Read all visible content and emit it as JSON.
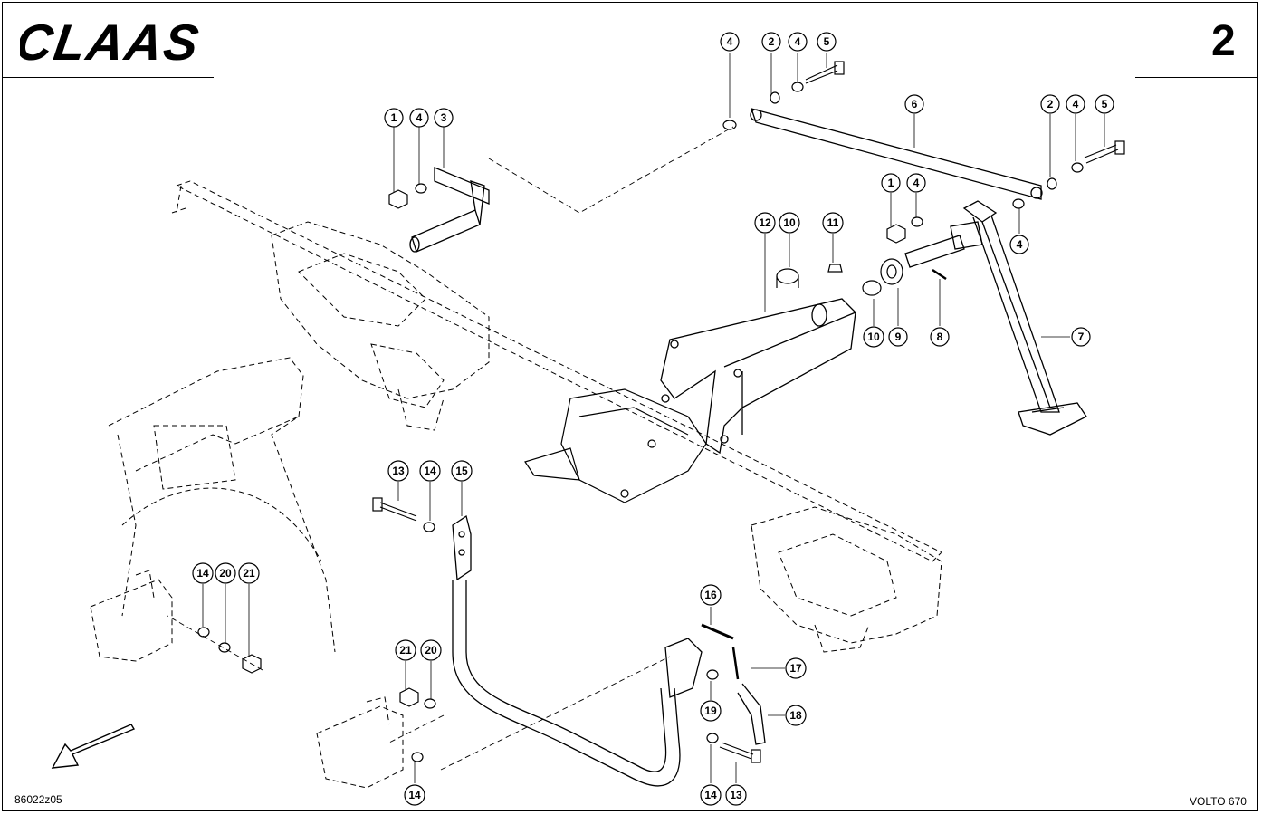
{
  "brand": "CLAAS",
  "page_number": "2",
  "drawing_code": "86022z05",
  "model": "VOLTO 670",
  "callouts": [
    "1",
    "2",
    "3",
    "4",
    "5",
    "6",
    "7",
    "8",
    "9",
    "10",
    "11",
    "12",
    "13",
    "14",
    "15",
    "16",
    "17",
    "18",
    "19",
    "20",
    "21"
  ],
  "colors": {
    "ink": "#000000",
    "paper": "#ffffff"
  }
}
